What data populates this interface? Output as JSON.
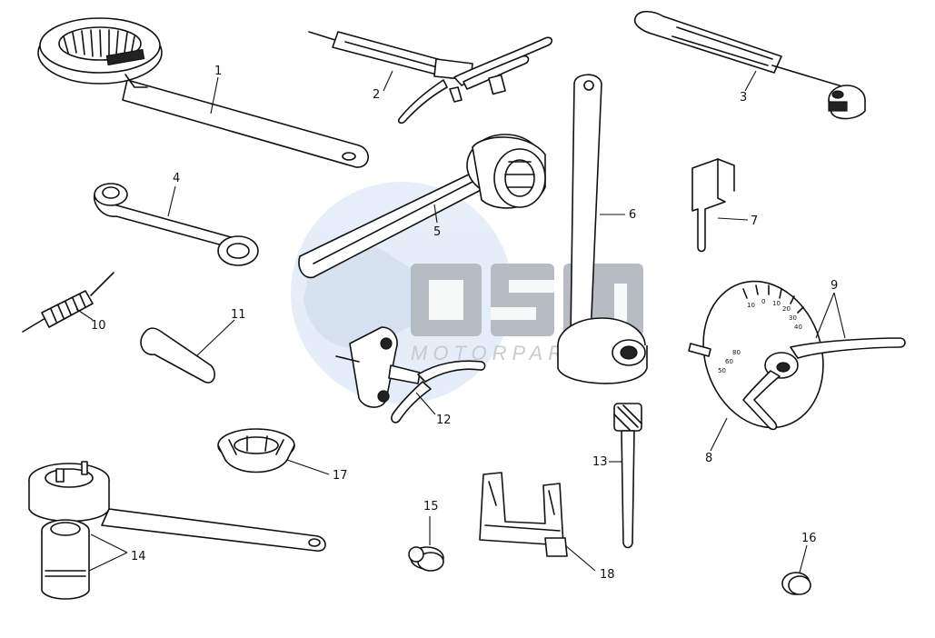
{
  "diagram": {
    "watermark": {
      "logo_text": "OSM",
      "subtitle": "MOTORPARTS"
    },
    "callouts": [
      "1",
      "2",
      "3",
      "4",
      "5",
      "6",
      "7",
      "8",
      "9",
      "10",
      "11",
      "12",
      "13",
      "14",
      "15",
      "16",
      "17",
      "18"
    ],
    "dial_scale": [
      "10",
      "0",
      "10",
      "20",
      "30",
      "40",
      "50",
      "60",
      "80"
    ]
  }
}
